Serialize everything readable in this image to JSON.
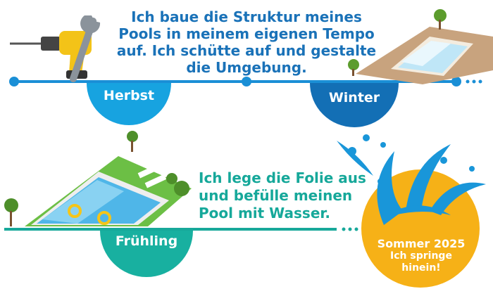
{
  "texts": {
    "top": "Ich baue die Struktur meines Pools in meinem eigenen Tempo auf. Ich schütte auf und gestalte die Umgebung.",
    "middle": "Ich lege die Folie aus und befülle meinen Pool mit Wasser."
  },
  "seasons": {
    "herbst": "Herbst",
    "winter": "Winter",
    "fruehling": "Frühling",
    "sommer_title": "Sommer 2025",
    "sommer_line2": "Ich springe",
    "sommer_line3": "hinein!"
  },
  "colors": {
    "top_line": "#1a8fd6",
    "herbst_circle": "#17a3e0",
    "winter_circle": "#136fb5",
    "bottom_line": "#17a89a",
    "fruehling_circle": "#18b0a0",
    "sommer_circle": "#f6b117",
    "splash": "#1996d9"
  },
  "icons": [
    "drill-icon",
    "wrench-icon",
    "pool-construction-icon",
    "pool-filled-icon",
    "tree-icon",
    "splash-icon"
  ]
}
